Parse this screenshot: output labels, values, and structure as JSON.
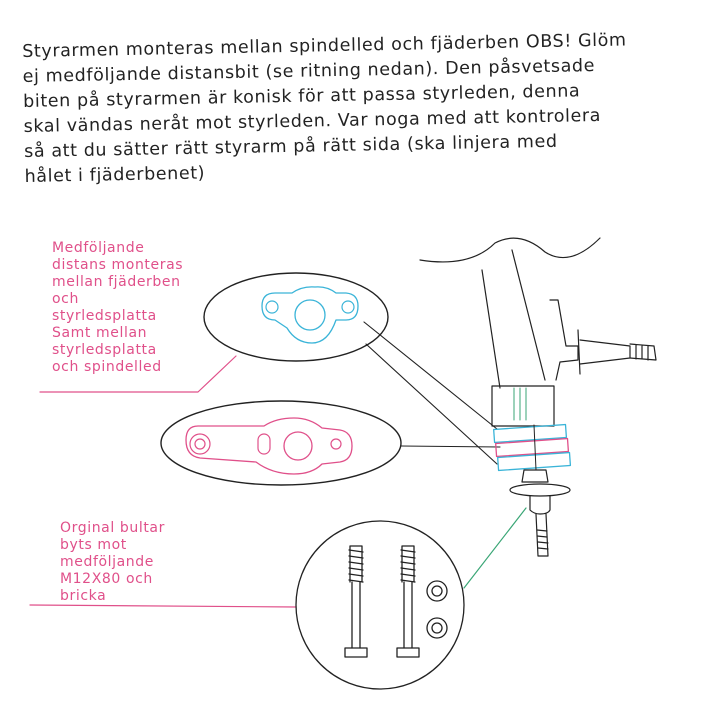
{
  "intro_lines": [
    "Styrarmen monteras mellan spindelled och fjäderben OBS! Glöm",
    "ej medföljande distansbit (se ritning nedan). Den påsvetsade",
    "biten på styrarmen är konisk för att passa styrleden, denna",
    "skal vändas neråt mot styrleden. Var noga med att kontrolera",
    "så att du sätter rätt styrarm på rätt sida (ska linjera med",
    "hålet i fjäderbenet)"
  ],
  "spacer_note_lines": [
    "Medföljande",
    "distans monteras",
    "mellan fjäderben",
    "och",
    "styrledsplatta",
    "Samt mellan",
    "styrledsplatta",
    "och spindelled"
  ],
  "bolt_note_lines": [
    "Orginal bultar",
    "byts mot",
    "medföljande",
    "M12X80 och",
    "bricka"
  ],
  "colors": {
    "text": "#222222",
    "pink": "#e0508a",
    "cyan": "#3ab4d8",
    "green": "#3aa676",
    "line": "#222222"
  }
}
